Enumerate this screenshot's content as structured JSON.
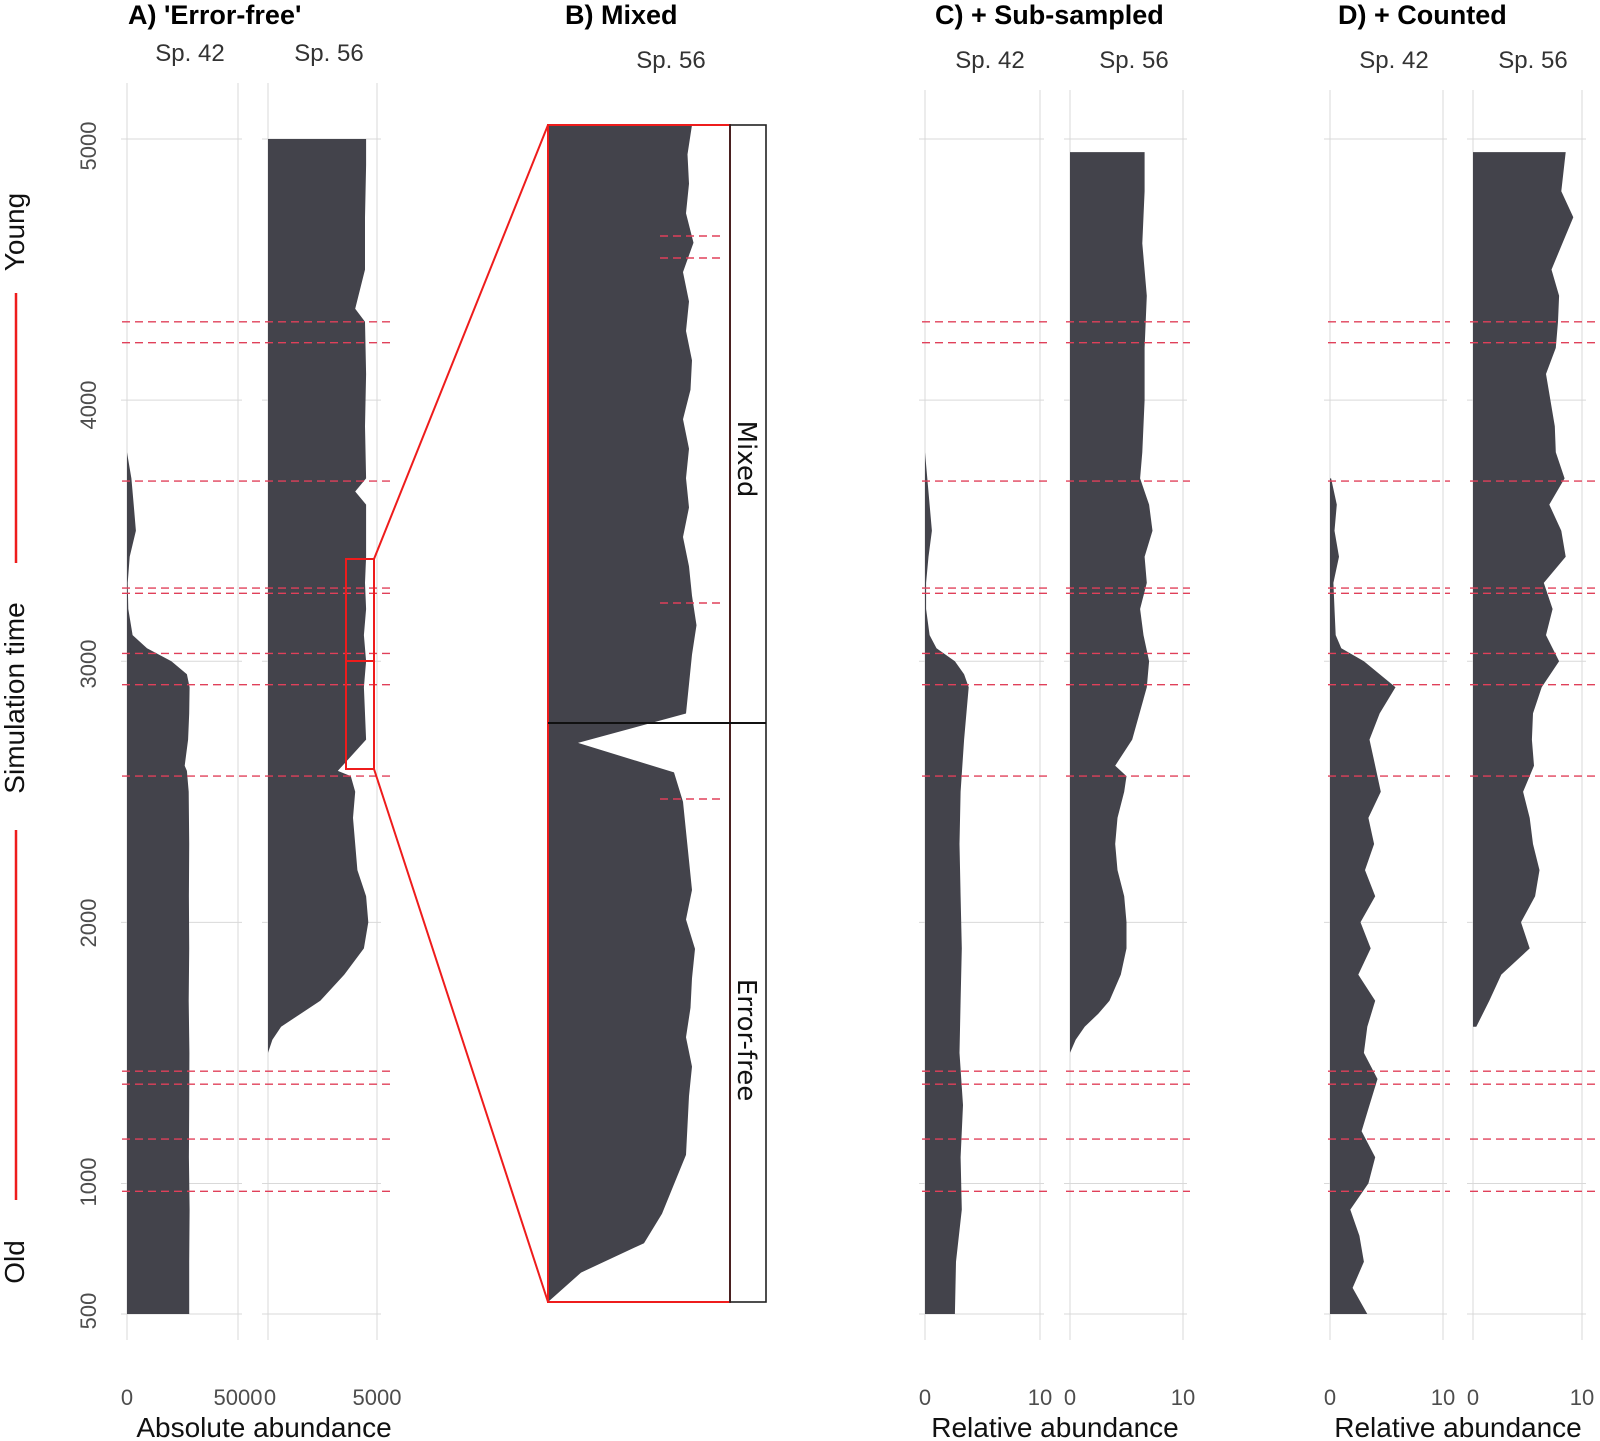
{
  "chart_data": [
    {
      "type": "area",
      "panel": "A) 'Error-free'",
      "series": [
        {
          "name": "Sp. 42",
          "x": [
            500,
            700,
            900,
            1100,
            1300,
            1500,
            1700,
            1900,
            2100,
            2300,
            2500,
            2580,
            2600,
            2700,
            2800,
            2900,
            2950,
            3000,
            3050,
            3100,
            3200,
            3300,
            3400,
            3500,
            3600,
            3700,
            3750,
            3800
          ],
          "values": [
            2800,
            2800,
            2820,
            2790,
            2800,
            2810,
            2780,
            2800,
            2790,
            2800,
            2780,
            2700,
            2600,
            2750,
            2800,
            2820,
            2700,
            2000,
            900,
            250,
            60,
            30,
            120,
            400,
            300,
            200,
            100,
            0
          ]
        },
        {
          "name": "Sp. 56",
          "x": [
            1500,
            1550,
            1600,
            1650,
            1700,
            1800,
            1900,
            2000,
            2100,
            2200,
            2300,
            2400,
            2500,
            2560,
            2580,
            2700,
            2900,
            3000,
            3100,
            3200,
            3300,
            3400,
            3600,
            3650,
            3700,
            3900,
            4100,
            4300,
            4350,
            4500,
            4700,
            4900,
            5000
          ],
          "values": [
            0,
            200,
            600,
            1500,
            2400,
            3500,
            4400,
            4600,
            4500,
            4100,
            4000,
            3900,
            4000,
            3800,
            3200,
            4500,
            4400,
            4500,
            4400,
            4500,
            4450,
            4500,
            4500,
            4000,
            4500,
            4450,
            4500,
            4450,
            4000,
            4450,
            4450,
            4500,
            4500
          ]
        }
      ]
    },
    {
      "type": "area",
      "panel": "B) Mixed",
      "series": [
        {
          "name": "Sp. 56",
          "x": [
            2600,
            2620,
            2640,
            2660,
            2680,
            2700,
            2720,
            2740,
            2760,
            2780,
            2800,
            2820,
            2840,
            2860,
            2880,
            2900,
            2920,
            2940,
            2960,
            2980,
            3000,
            3020,
            3040,
            3060,
            3080,
            3100,
            3120,
            3140,
            3160,
            3180,
            3200,
            3220,
            3240,
            3260,
            3280,
            3300,
            3320,
            3340,
            3360,
            3380,
            3400
          ],
          "values": [
            0,
            1100,
            3200,
            3800,
            4200,
            4600,
            4650,
            4700,
            4800,
            4600,
            4750,
            4800,
            4900,
            4600,
            4800,
            4700,
            4600,
            4500,
            4200,
            1000,
            4600,
            4700,
            4800,
            4950,
            4800,
            4700,
            4500,
            4700,
            4600,
            4700,
            4500,
            4750,
            4800,
            4600,
            4700,
            4500,
            4850,
            4600,
            4700,
            4650,
            4800
          ]
        }
      ],
      "facets": [
        "Mixed",
        "Error-free"
      ]
    },
    {
      "type": "area",
      "panel": "C) + Sub-sampled",
      "series": [
        {
          "name": "Sp. 42",
          "x": [
            500,
            700,
            900,
            1100,
            1300,
            1500,
            1700,
            1900,
            2100,
            2300,
            2500,
            2700,
            2800,
            2900,
            2950,
            3000,
            3050,
            3100,
            3200,
            3300,
            3400,
            3500,
            3600,
            3700,
            3800
          ],
          "values": [
            2.6,
            2.7,
            3.2,
            3.1,
            3.3,
            3.0,
            3.1,
            3.2,
            3.1,
            3.0,
            3.1,
            3.4,
            3.6,
            3.8,
            3.4,
            2.6,
            1.0,
            0.4,
            0.1,
            0.1,
            0.3,
            0.6,
            0.4,
            0.2,
            0.0
          ]
        },
        {
          "name": "Sp. 56",
          "x": [
            1500,
            1550,
            1600,
            1650,
            1700,
            1800,
            1900,
            2000,
            2100,
            2200,
            2300,
            2400,
            2500,
            2560,
            2600,
            2700,
            2900,
            3000,
            3100,
            3200,
            3300,
            3400,
            3500,
            3600,
            3700,
            3800,
            4000,
            4200,
            4400,
            4600,
            4800,
            4950
          ],
          "values": [
            0,
            0.5,
            1.3,
            2.5,
            3.5,
            4.5,
            5.0,
            5.0,
            4.8,
            4.2,
            4.0,
            4.2,
            4.8,
            5.0,
            4.0,
            5.5,
            6.8,
            7.0,
            6.5,
            6.2,
            6.8,
            6.6,
            7.3,
            7.0,
            6.2,
            6.4,
            6.6,
            6.6,
            6.8,
            6.4,
            6.6,
            6.6
          ]
        }
      ]
    },
    {
      "type": "area",
      "panel": "D) + Counted",
      "series": [
        {
          "name": "Sp. 42",
          "x": [
            500,
            600,
            700,
            800,
            900,
            1000,
            1100,
            1200,
            1300,
            1400,
            1500,
            1600,
            1700,
            1800,
            1900,
            2000,
            2100,
            2200,
            2300,
            2400,
            2500,
            2600,
            2700,
            2800,
            2900,
            3000,
            3050,
            3100,
            3200,
            3300,
            3400,
            3500,
            3600,
            3700
          ],
          "values": [
            3.3,
            2.0,
            3.0,
            2.6,
            1.8,
            3.4,
            4.0,
            2.8,
            3.5,
            4.2,
            3.0,
            3.3,
            4.0,
            2.5,
            3.6,
            2.7,
            4.0,
            3.1,
            3.9,
            3.4,
            4.5,
            4.0,
            3.5,
            4.4,
            5.8,
            3.0,
            1.0,
            0.5,
            0.4,
            0.3,
            0.8,
            0.4,
            0.6,
            0.1
          ]
        },
        {
          "name": "Sp. 56",
          "x": [
            1600,
            1700,
            1800,
            1900,
            2000,
            2100,
            2200,
            2300,
            2400,
            2500,
            2600,
            2700,
            2800,
            2900,
            3000,
            3100,
            3200,
            3300,
            3400,
            3500,
            3600,
            3700,
            3800,
            3900,
            4000,
            4100,
            4200,
            4300,
            4400,
            4500,
            4600,
            4700,
            4800,
            4950
          ],
          "values": [
            0.3,
            1.5,
            2.6,
            5.2,
            4.4,
            5.7,
            6.1,
            5.5,
            5.2,
            4.6,
            5.6,
            5.4,
            5.5,
            6.3,
            7.9,
            6.7,
            7.3,
            6.5,
            8.5,
            8.1,
            7.0,
            8.4,
            7.6,
            7.5,
            7.1,
            6.7,
            7.6,
            7.8,
            7.9,
            7.2,
            8.2,
            9.2,
            8.1,
            8.5
          ]
        }
      ]
    }
  ],
  "titles": {
    "a": "A) 'Error-free'",
    "b": "B) Mixed",
    "c": "C) + Sub-sampled",
    "d": "D) + Counted"
  },
  "species": {
    "sp42": "Sp. 42",
    "sp56": "Sp. 56"
  },
  "y_axis": {
    "label": "Simulation time",
    "young": "Young",
    "old": "Old",
    "ticks": [
      "500",
      "1000",
      "2000",
      "3000",
      "4000",
      "5000"
    ],
    "range": [
      500,
      5000
    ]
  },
  "x_axis": {
    "absolute": {
      "label": "Absolute abundance",
      "ticks": [
        "0",
        "5000"
      ],
      "range": [
        0,
        5000
      ]
    },
    "relative": {
      "label": "Relative abundance",
      "ticks": [
        "0",
        "10"
      ],
      "range": [
        0,
        10
      ]
    }
  },
  "facet_labels": {
    "mixed": "Mixed",
    "errorfree": "Error-free"
  },
  "dashed_lines": [
    4300,
    4220,
    3690,
    3280,
    3260,
    3030,
    2910,
    2560,
    1430,
    1380,
    1170,
    970
  ],
  "colors": {
    "fill": "#43434b",
    "dashed": "#e0405a",
    "highlight": "#ee1c1c",
    "grid": "#d9d9d9"
  }
}
